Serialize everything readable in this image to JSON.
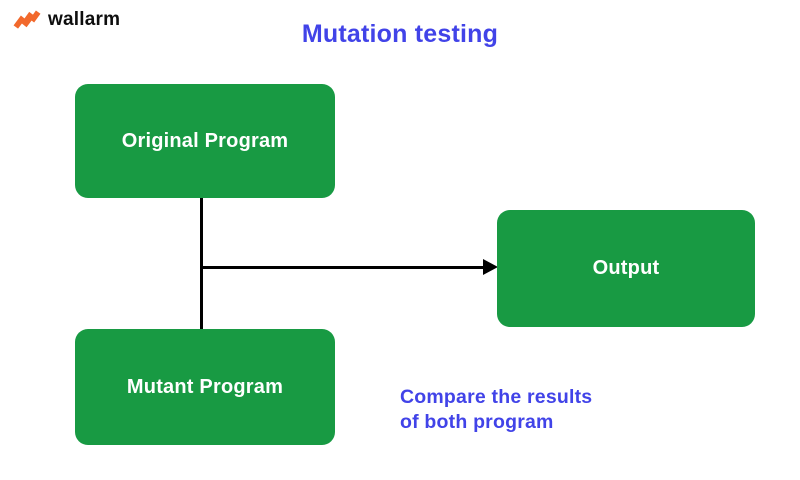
{
  "logo": {
    "brand": "wallarm",
    "icon": "wallarm-flag-icon",
    "icon_color": "#F2692C",
    "text_color": "#0E0E0E"
  },
  "title": {
    "text": "Mutation testing",
    "color": "#4143E8"
  },
  "diagram": {
    "node_color": "#189A43",
    "node_text_color": "#FFFFFF",
    "connector_color": "#000000",
    "nodes": [
      {
        "id": "original-program",
        "label": "Original Program"
      },
      {
        "id": "mutant-program",
        "label": "Mutant Program"
      },
      {
        "id": "output",
        "label": "Output"
      }
    ],
    "connections": [
      {
        "from": "original-program",
        "to": "mutant-program",
        "type": "line"
      },
      {
        "from": "junction",
        "to": "output",
        "type": "arrow"
      }
    ],
    "annotation": {
      "line1": "Compare the results",
      "line2": "of both program",
      "color": "#4143E8"
    }
  }
}
